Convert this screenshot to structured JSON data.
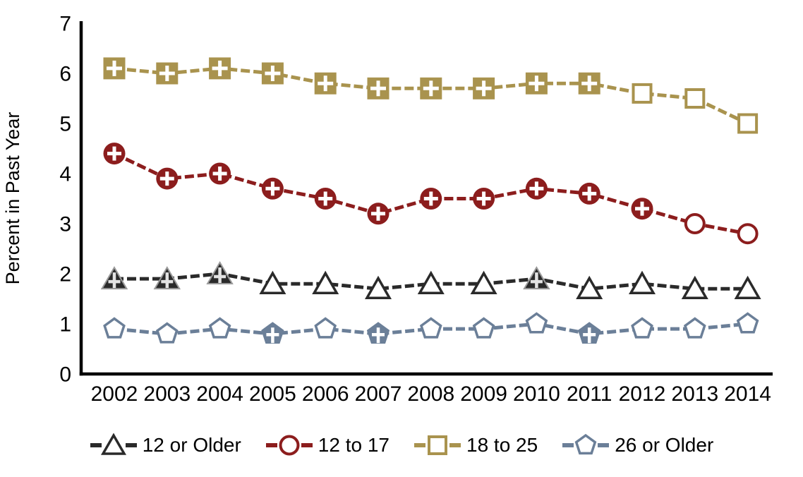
{
  "chart_data": {
    "type": "line",
    "title": "",
    "ylabel": "Percent in Past Year",
    "xlabel": "",
    "ylim": [
      0,
      7
    ],
    "yticks": [
      0,
      1,
      2,
      3,
      4,
      5,
      6,
      7
    ],
    "categories": [
      2002,
      2003,
      2004,
      2005,
      2006,
      2007,
      2008,
      2009,
      2010,
      2011,
      2012,
      2013,
      2014
    ],
    "grid": false,
    "legend_position": "bottom",
    "axis_color": "#000000",
    "significance_symbol": "+",
    "series": [
      {
        "name": "12 or Older",
        "marker": "triangle",
        "color": "#2a2a2a",
        "values": [
          1.9,
          1.9,
          2.0,
          1.8,
          1.8,
          1.7,
          1.8,
          1.8,
          1.9,
          1.7,
          1.8,
          1.7,
          1.7
        ],
        "significant": [
          1,
          1,
          1,
          0,
          0,
          0,
          0,
          0,
          1,
          0,
          0,
          0,
          0
        ]
      },
      {
        "name": "12 to 17",
        "marker": "circle",
        "color": "#8c1d1d",
        "values": [
          4.4,
          3.9,
          4.0,
          3.7,
          3.5,
          3.2,
          3.5,
          3.5,
          3.7,
          3.6,
          3.3,
          3.0,
          2.8
        ],
        "significant": [
          1,
          1,
          1,
          1,
          1,
          1,
          1,
          1,
          1,
          1,
          1,
          0,
          0
        ]
      },
      {
        "name": "18 to 25",
        "marker": "square",
        "color": "#a9934e",
        "values": [
          6.1,
          6.0,
          6.1,
          6.0,
          5.8,
          5.7,
          5.7,
          5.7,
          5.8,
          5.8,
          5.6,
          5.5,
          5.0
        ],
        "significant": [
          1,
          1,
          1,
          1,
          1,
          1,
          1,
          1,
          1,
          1,
          0,
          0,
          0
        ]
      },
      {
        "name": "26 or Older",
        "marker": "pentagon",
        "color": "#6b7f98",
        "values": [
          0.9,
          0.8,
          0.9,
          0.8,
          0.9,
          0.8,
          0.9,
          0.9,
          1.0,
          0.8,
          0.9,
          0.9,
          1.0
        ],
        "significant": [
          0,
          0,
          0,
          1,
          0,
          1,
          0,
          0,
          0,
          1,
          0,
          0,
          0
        ]
      }
    ]
  }
}
